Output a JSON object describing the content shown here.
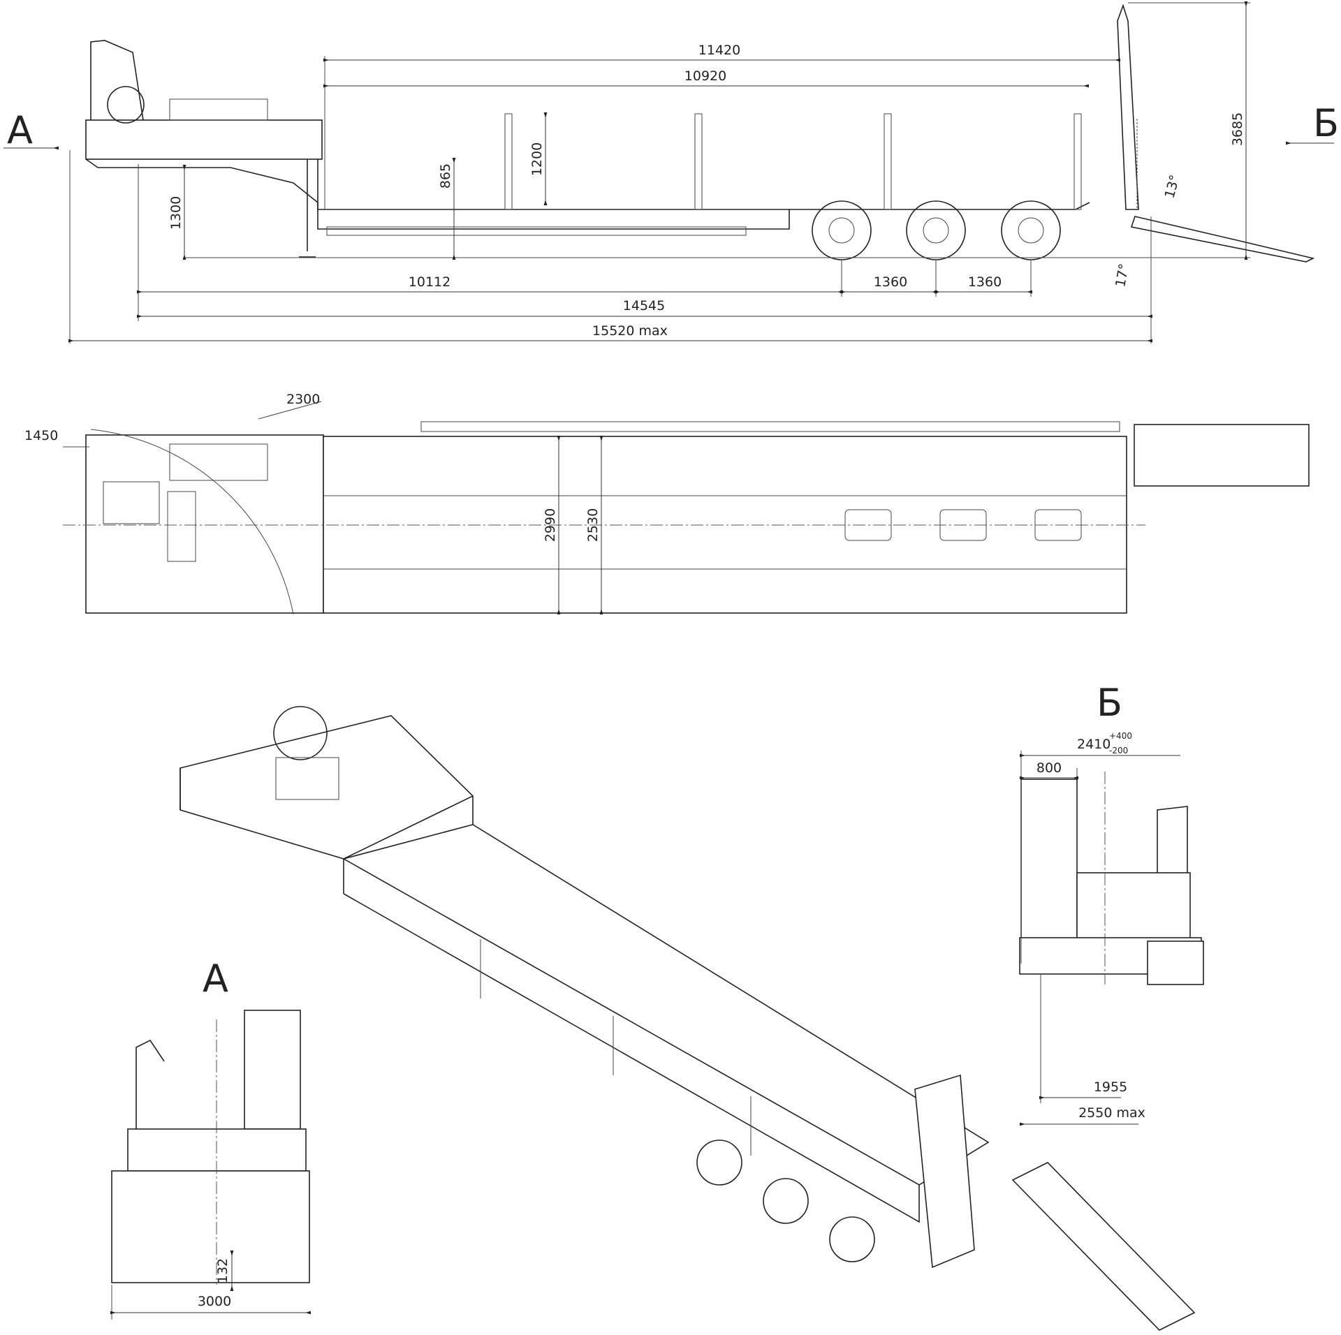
{
  "view_labels": {
    "a_arrow": "А",
    "b_arrow": "Б",
    "view_a": "А",
    "view_b": "Б"
  },
  "side_view": {
    "dims": {
      "deck_length_outer": "11420",
      "deck_length_inner": "10920",
      "stake_height": "1200",
      "deck_height": "865",
      "gooseneck_height": "1300",
      "total_height": "3685",
      "kingpin_to_axle": "10112",
      "axle_spacing_1": "1360",
      "axle_spacing_2": "1360",
      "kingpin_to_ramp": "14545",
      "overall_length": "15520 max",
      "ramp_angle": "13°",
      "departure_angle": "17°"
    }
  },
  "top_view": {
    "dims": {
      "kingpin_radius": "1450",
      "swing_radius": "2300",
      "outer_width": "2990",
      "deck_width": "2530"
    }
  },
  "view_a": {
    "dims": {
      "width": "3000",
      "clearance": "132"
    }
  },
  "view_b": {
    "dims": {
      "ramp_spread": "2410",
      "ramp_spread_tol_upper": "+400",
      "ramp_spread_tol_lower": "-200",
      "ramp_width": "800",
      "track": "1955",
      "overall_width": "2550 max"
    }
  }
}
